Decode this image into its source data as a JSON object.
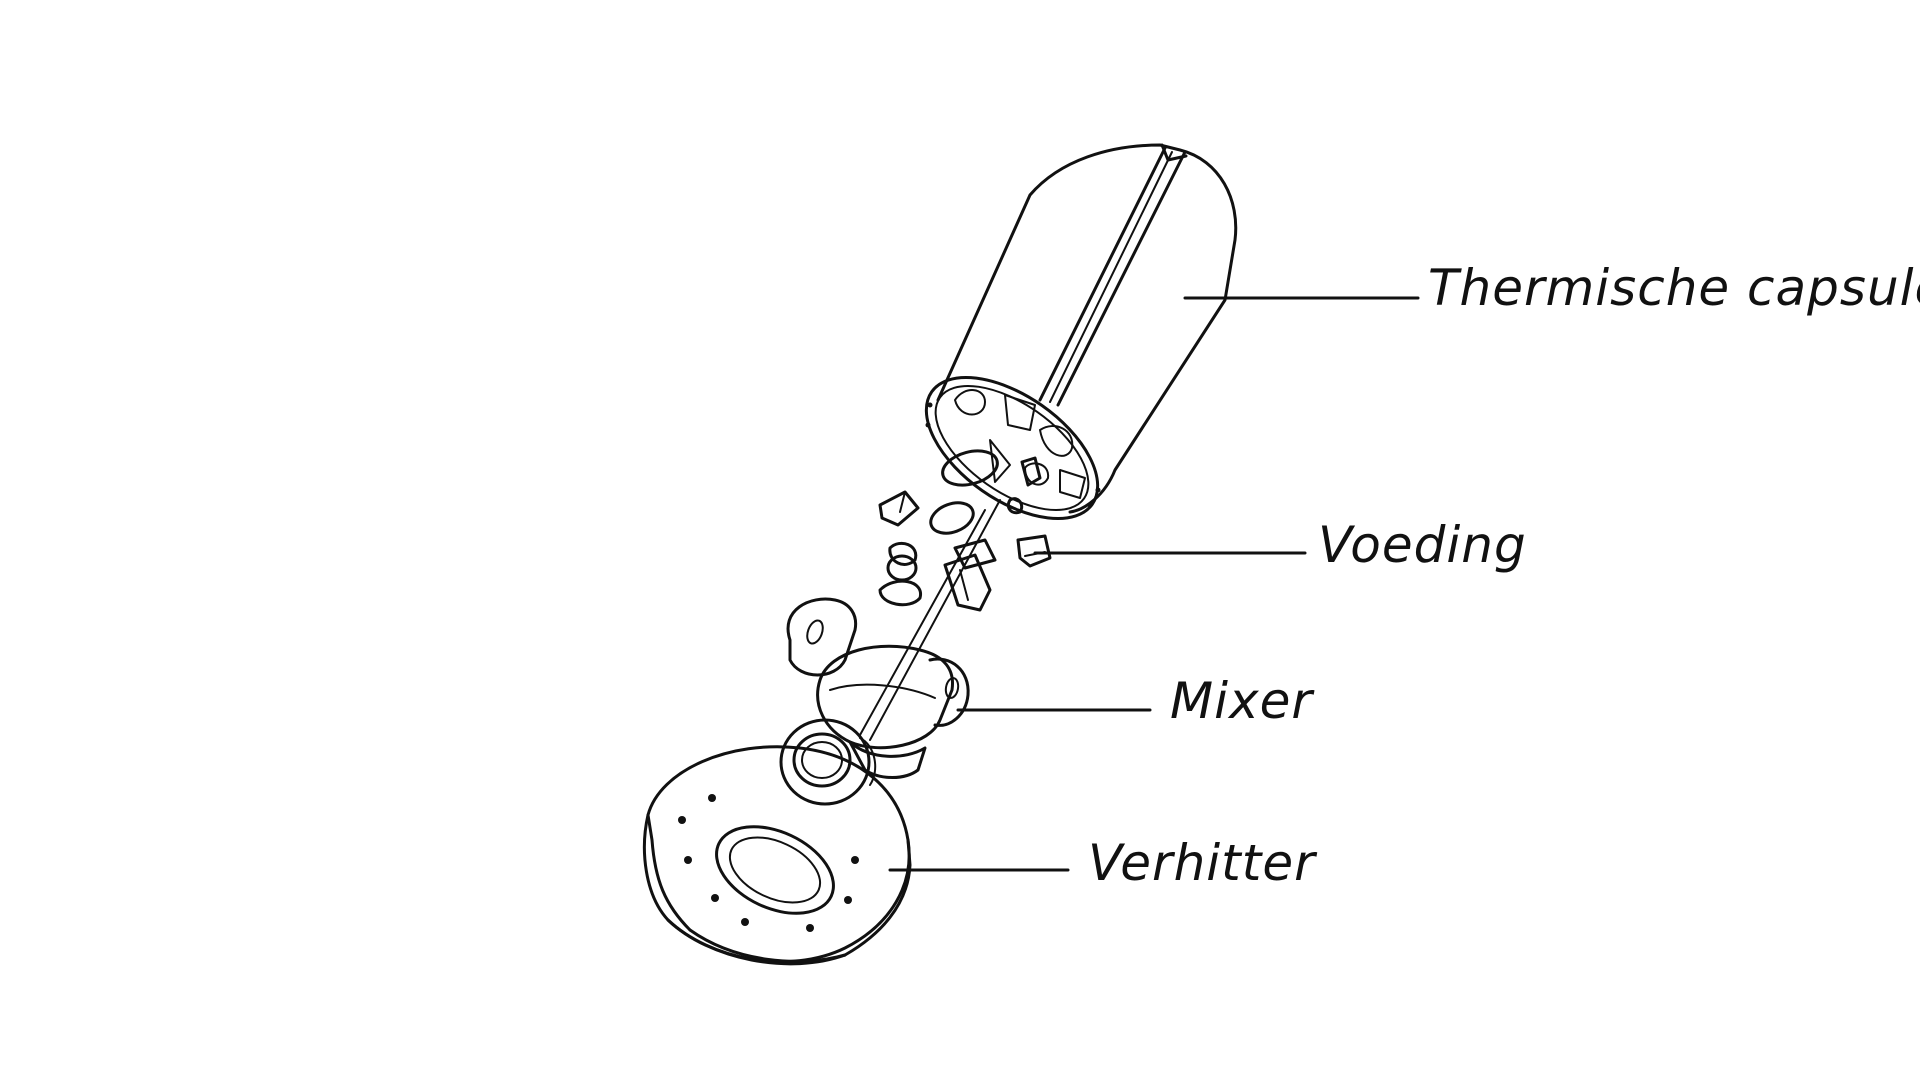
{
  "diagram": {
    "labels": {
      "thermal_capsule": "Thermische capsule",
      "feed": "Voeding",
      "mixer": "Mixer",
      "heater": "Verhitter"
    },
    "colors": {
      "ink": "#111111",
      "background": "#ffffff"
    }
  }
}
